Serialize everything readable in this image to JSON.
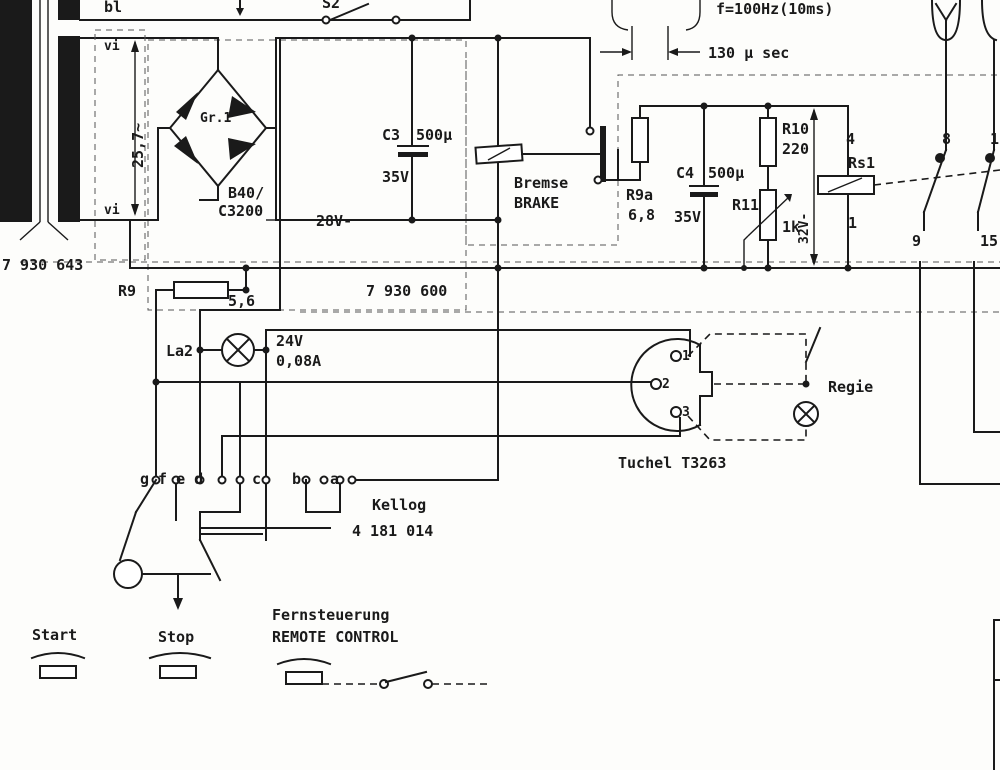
{
  "labels": {
    "bl": "bl",
    "s2": "S2",
    "frequency": "f=100Hz(10ms)",
    "pulse_width": "130 µ sec",
    "vi_top": "vi",
    "vi_bottom": "vi",
    "secondary_voltage": "25,7~",
    "gr1": "Gr.1",
    "b40": "B40/",
    "c3200": "C3200",
    "rail_28v": "28V-",
    "c3": "C3",
    "c3_value": "500µ",
    "c3_voltage": "35V",
    "bremse": "Bremse",
    "brake": "BRAKE",
    "r9a": "R9a",
    "r9a_value": "6,8",
    "c4": "C4",
    "c4_value": "500µ",
    "c4_voltage": "35V",
    "r10": "R10",
    "r10_value": "220",
    "r11": "R11",
    "r11_value": "1k",
    "v32": "32V-",
    "relay_pin_4": "4",
    "rs1": "Rs1",
    "relay_pin_1": "1",
    "contact_8": "8",
    "contact_1x": "1",
    "contact_9": "9",
    "contact_15": "15",
    "transformer_part": "7 930 643",
    "r9": "R9",
    "r9_value": "5,6",
    "board_part": "7 930 600",
    "la2": "La2",
    "lamp_voltage": "24V",
    "lamp_current": "0,08A",
    "pin_1": "1",
    "pin_2": "2",
    "pin_3": "3",
    "regie": "Regie",
    "tuchel": "Tuchel T3263",
    "contacts_left": "g f e d",
    "contact_c": "c",
    "contact_b": "b",
    "contact_a": "a",
    "kellog": "Kellog",
    "kellog_part": "4 181 014",
    "start": "Start",
    "stop": "Stop",
    "fernsteuerung": "Fernsteuerung",
    "remote_control": "REMOTE CONTROL"
  }
}
